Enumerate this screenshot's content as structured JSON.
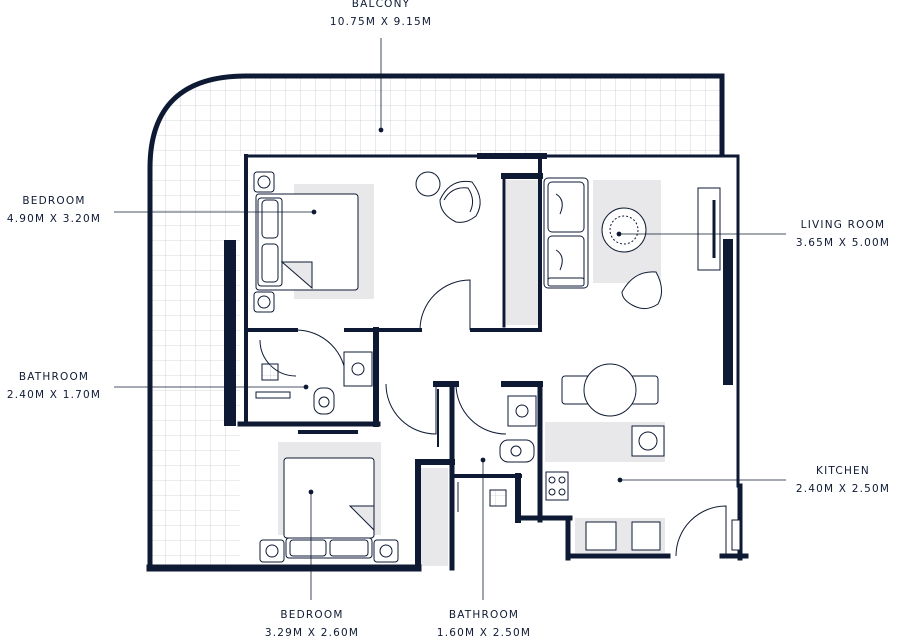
{
  "rooms": {
    "balcony": {
      "name": "BALCONY",
      "dims": "10.75M X 9.15M"
    },
    "bedroom_top": {
      "name": "BEDROOM",
      "dims": "4.90M X 3.20M"
    },
    "living": {
      "name": "LIVING ROOM",
      "dims": "3.65M X 5.00M"
    },
    "bath_left": {
      "name": "BATHROOM",
      "dims": "2.40M X 1.70M"
    },
    "kitchen": {
      "name": "KITCHEN",
      "dims": "2.40M X 2.50M"
    },
    "bedroom_bot": {
      "name": "BEDROOM",
      "dims": "3.29M X 2.60M"
    },
    "bath_bot": {
      "name": "BATHROOM",
      "dims": "1.60M X 2.50M"
    }
  },
  "colors": {
    "wall": "#0e1a33",
    "furniture_fill": "#e8e8ea",
    "tile": "#c9ccd3"
  }
}
